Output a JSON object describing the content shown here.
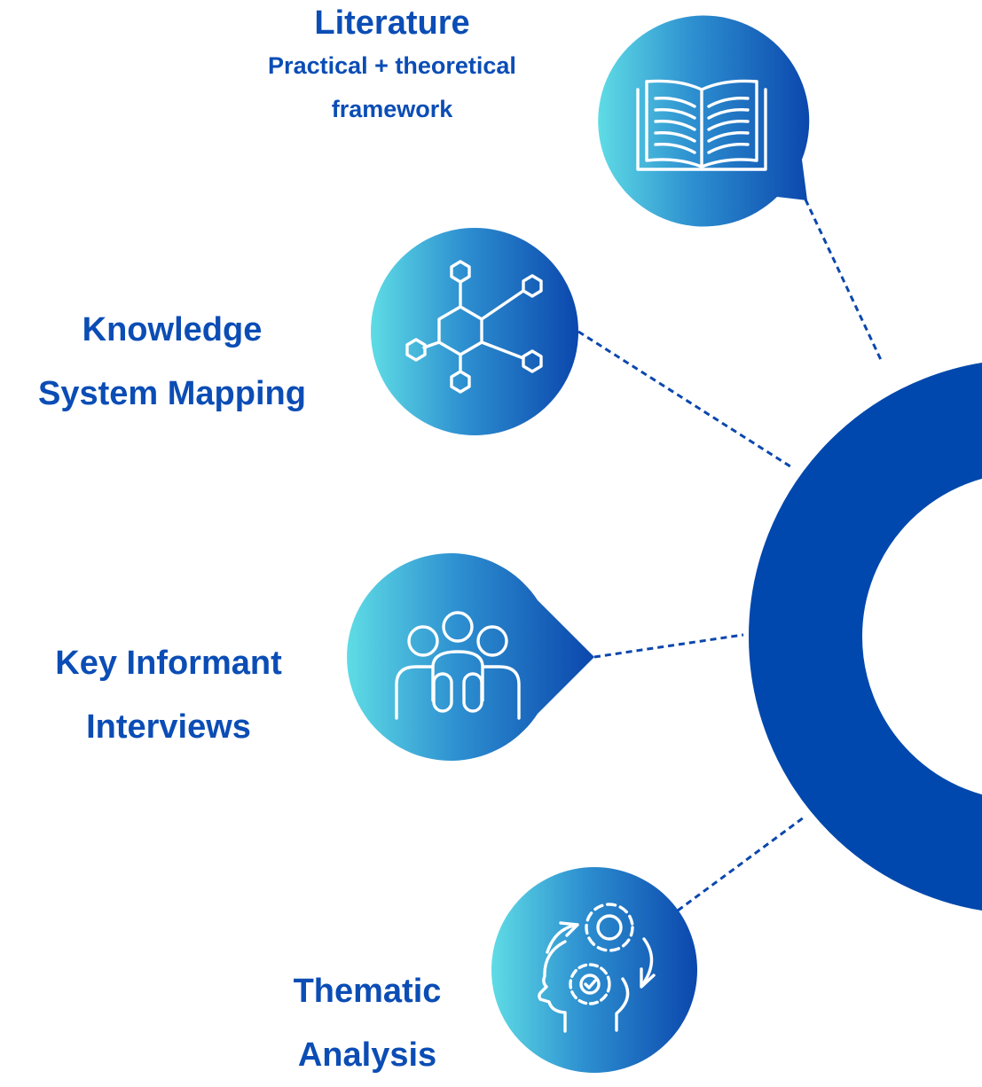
{
  "colors": {
    "ring": "#0048ad",
    "label_text": "#0b4db5",
    "gradient_start": "#5fdce5",
    "gradient_end": "#0b47ad",
    "connector": "#0b47ad",
    "icon_stroke": "#ffffff"
  },
  "nodes": {
    "literature": {
      "title": "Literature",
      "subtitle_line1": "Practical + theoretical",
      "subtitle_line2": "framework",
      "icon": "open-book-icon"
    },
    "knowledge_system_mapping": {
      "line1": "Knowledge",
      "line2": "System Mapping",
      "icon": "network-hexagon-icon"
    },
    "key_informant_interviews": {
      "line1": "Key Informant",
      "line2": "Interviews",
      "icon": "people-group-icon"
    },
    "thematic_analysis": {
      "line1": "Thematic",
      "line2": "Analysis",
      "icon": "head-gears-icon"
    }
  }
}
